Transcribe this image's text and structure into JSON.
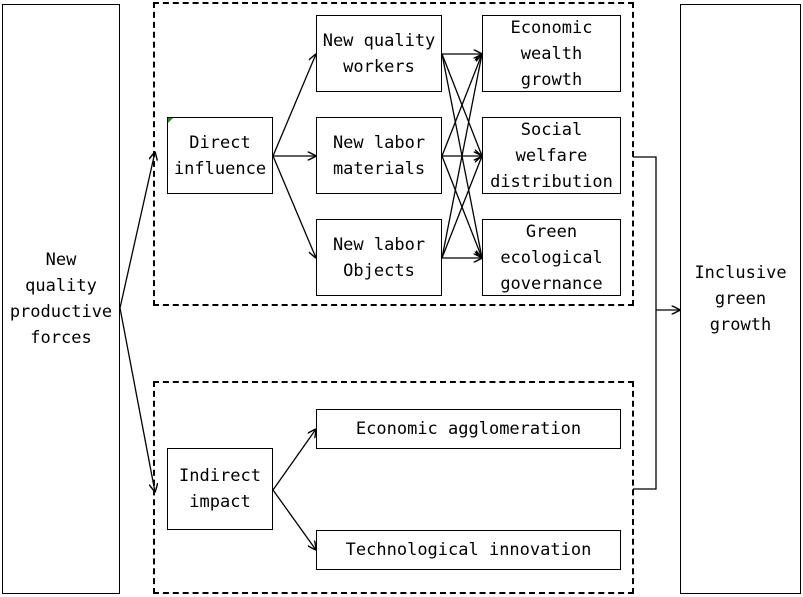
{
  "source": "New\nquality\nproductive\nforces",
  "target": "Inclusive\ngreen\ngrowth",
  "direct": {
    "label": "Direct\ninfluence",
    "factors": [
      "New quality\nworkers",
      "New labor\nmaterials",
      "New labor\nObjects"
    ],
    "outcomes": [
      "Economic\nwealth\ngrowth",
      "Social\nwelfare\ndistribution",
      "Green\necological\ngovernance"
    ]
  },
  "indirect": {
    "label": "Indirect\nimpact",
    "channels": [
      "Economic agglomeration",
      "Technological innovation"
    ]
  },
  "colors": {
    "stroke": "#000000",
    "background": "#ffffff",
    "marker": "#2a8a2a"
  }
}
